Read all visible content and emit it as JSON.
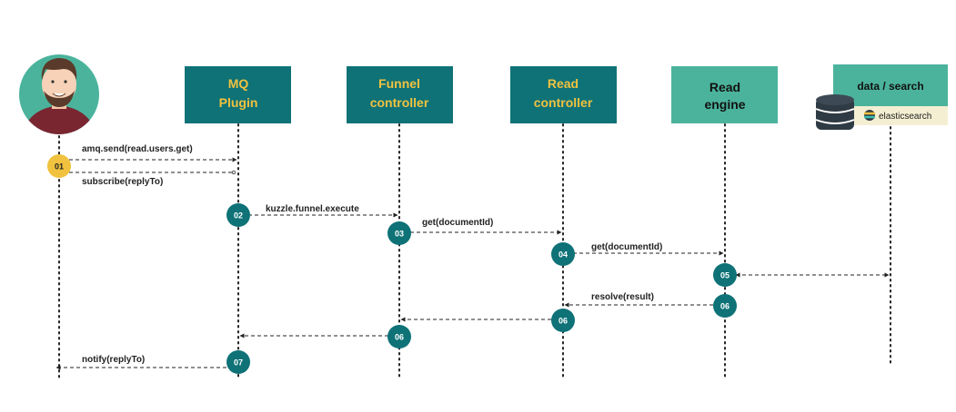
{
  "colors": {
    "teal_dark": "#0e7277",
    "teal_light": "#4bb39c",
    "step_gold": "#f0c23f",
    "lifeline": "#222222",
    "es_bg": "#f4efd2",
    "db_dark": "#2f3b44"
  },
  "actors": [
    {
      "id": "user",
      "icon": "user-avatar-icon"
    },
    {
      "id": "mq",
      "line1": "MQ",
      "line2": "Plugin",
      "style": "dark"
    },
    {
      "id": "funnel",
      "line1": "Funnel",
      "line2": "controller",
      "style": "dark"
    },
    {
      "id": "readctl",
      "line1": "Read",
      "line2": "controller",
      "style": "dark"
    },
    {
      "id": "engine",
      "line1": "Read",
      "line2": "engine",
      "style": "light"
    },
    {
      "id": "data",
      "title": "data / search",
      "badge": "elasticsearch",
      "icon": "database-icon",
      "style": "light"
    }
  ],
  "steps": [
    "01",
    "02",
    "03",
    "04",
    "05",
    "06",
    "06",
    "06",
    "07"
  ],
  "messages": [
    {
      "label": "amq.send(read.users.get)"
    },
    {
      "label": "subscribe(replyTo)"
    },
    {
      "label": "kuzzle.funnel.execute"
    },
    {
      "label": "get(documentId)"
    },
    {
      "label": "get(documentId)"
    },
    {
      "label": "resolve(result)"
    },
    {
      "label": "notify(replyTo)"
    }
  ]
}
